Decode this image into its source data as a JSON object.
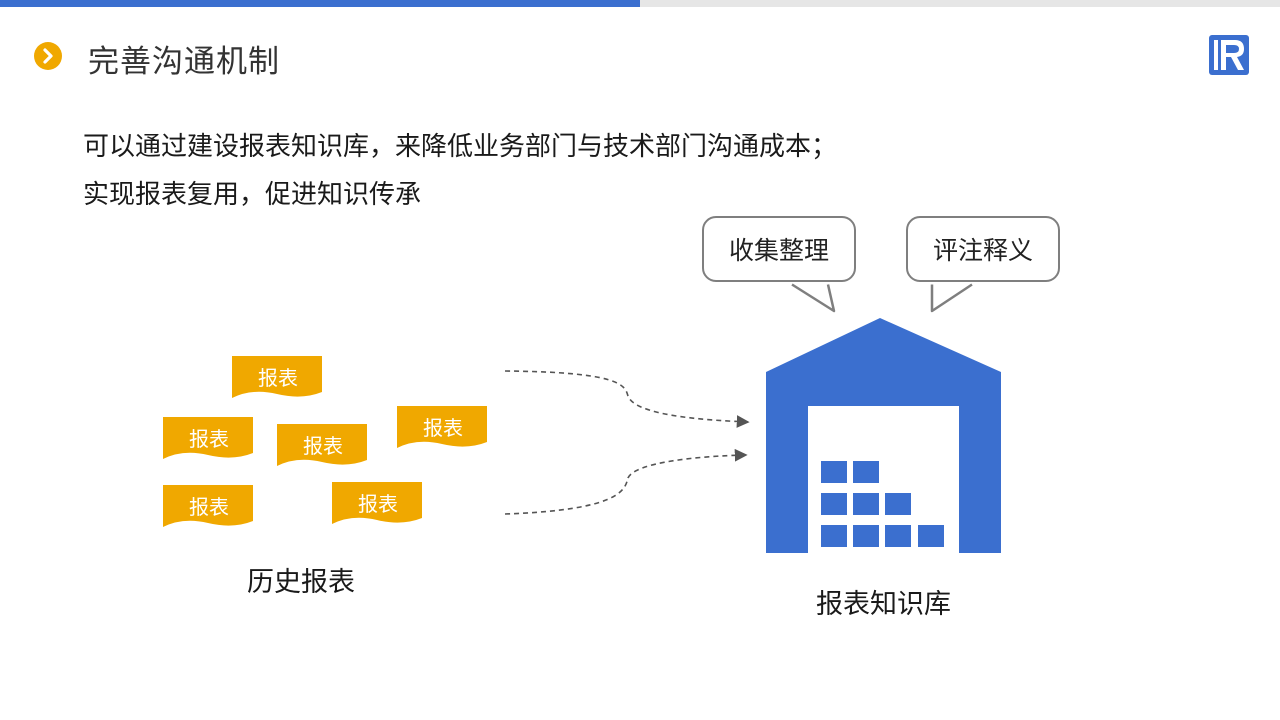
{
  "header": {
    "title": "完善沟通机制",
    "title_icon": "chevron-right-circle-icon",
    "logo_icon": "r-logo-icon",
    "accent_color": "#3b6fcf",
    "icon_color": "#f0a800"
  },
  "body": {
    "line1": "可以通过建设报表知识库，来降低业务部门与技术部门沟通成本；",
    "line2": "实现报表复用，促进知识传承"
  },
  "bubbles": {
    "collect": "收集整理",
    "annotate": "评注释义"
  },
  "reports": {
    "card_label": "报表",
    "card_color": "#f0a800",
    "cards": [
      "报表",
      "报表",
      "报表",
      "报表",
      "报表",
      "报表"
    ],
    "caption": "历史报表"
  },
  "knowledge_base": {
    "caption": "报表知识库",
    "color": "#3b6fcf"
  }
}
